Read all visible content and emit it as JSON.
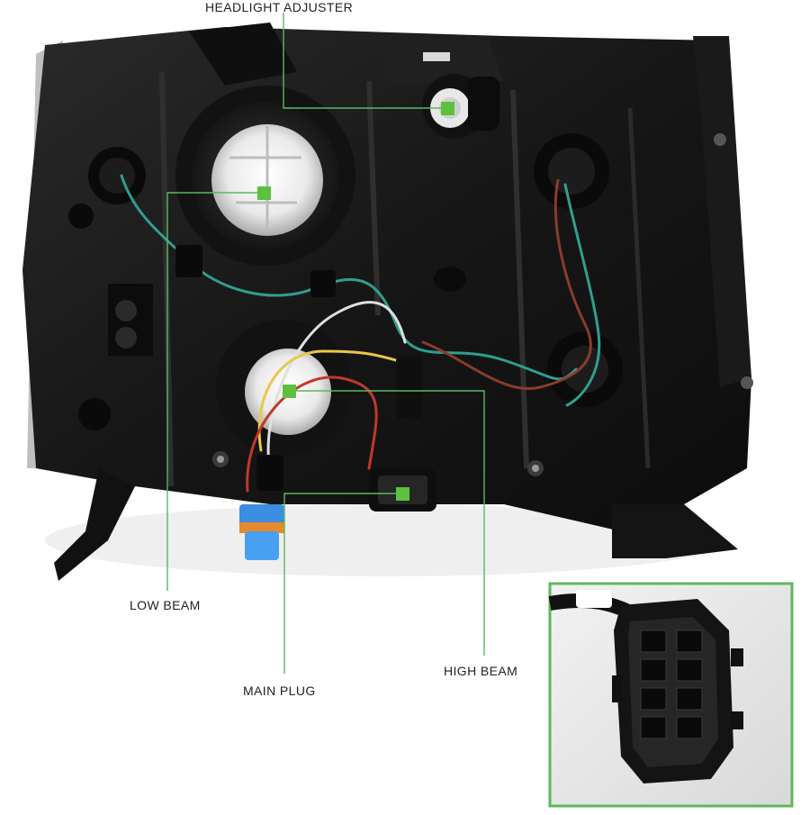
{
  "labels": {
    "headlight_adjuster": "HEADLIGHT ADJUSTER",
    "low_beam": "LOW BEAM",
    "main_plug": "MAIN PLUG",
    "high_beam": "HIGH BEAM"
  },
  "colors": {
    "callout": "#5cb85c",
    "marker": "#5cc13c",
    "housing": "#1e1e1e",
    "label_text": "#222222"
  },
  "wires": [
    "#2f9e8f",
    "#e0e0e0",
    "#e8c84a",
    "#c0392b",
    "#8a3b2a"
  ]
}
